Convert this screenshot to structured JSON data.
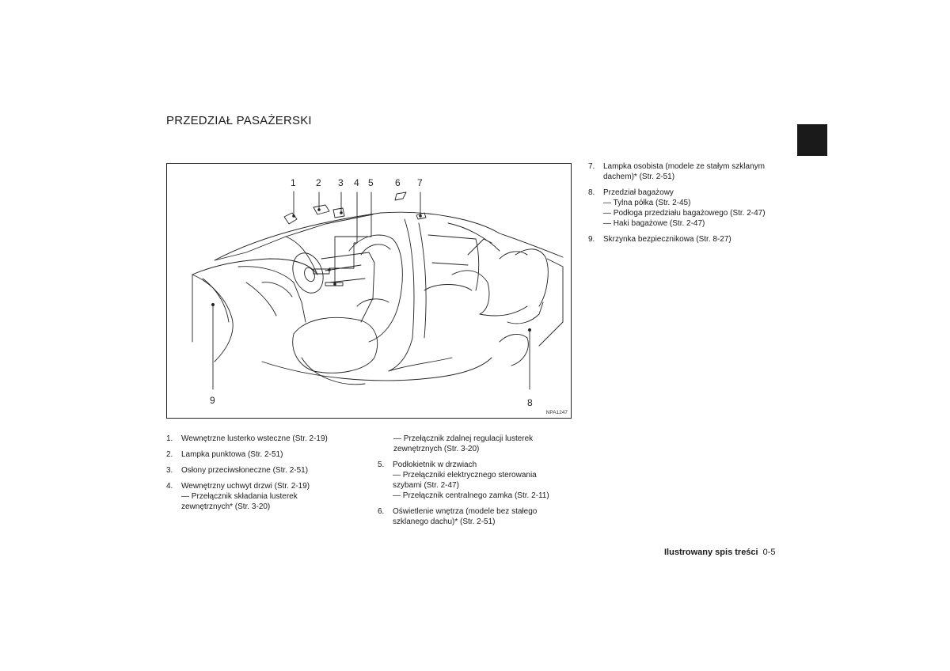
{
  "page": {
    "title": "PRZEDZIAŁ PASAŻERSKI"
  },
  "figure": {
    "code": "NPA1247",
    "callouts": [
      "1",
      "2",
      "3",
      "4",
      "5",
      "6",
      "7",
      "8",
      "9"
    ]
  },
  "items_left": [
    {
      "num": "1.",
      "lines": [
        "Wewnętrzne lusterko wsteczne (Str. 2-19)"
      ]
    },
    {
      "num": "2.",
      "lines": [
        "Lampka punktowa (Str. 2-51)"
      ]
    },
    {
      "num": "3.",
      "lines": [
        "Osłony przeciwsłoneczne (Str. 2-51)"
      ]
    },
    {
      "num": "4.",
      "lines": [
        "Wewnętrzny uchwyt drzwi (Str. 2-19)",
        "— Przełącznik składania lusterek",
        "zewnętrznych* (Str. 3-20)"
      ]
    }
  ],
  "items_middle_continuation": [
    "— Przełącznik zdalnej regulacji lusterek",
    "zewnętrznych (Str. 3-20)"
  ],
  "items_middle": [
    {
      "num": "5.",
      "lines": [
        "Podłokietnik w drzwiach",
        "— Przełączniki elektrycznego sterowania",
        "szybami (Str. 2-47)",
        "— Przełącznik centralnego zamka (Str. 2-11)"
      ]
    },
    {
      "num": "6.",
      "lines": [
        "Oświetlenie wnętrza (modele bez stałego",
        "szklanego dachu)* (Str. 2-51)"
      ]
    }
  ],
  "items_right": [
    {
      "num": "7.",
      "lines": [
        "Lampka osobista (modele ze stałym szklanym",
        "dachem)* (Str. 2-51)"
      ]
    },
    {
      "num": "8.",
      "lines": [
        "Przedział bagażowy",
        "— Tylna półka (Str. 2-45)",
        "— Podłoga przedziału bagażowego (Str. 2-47)",
        "— Haki bagażowe (Str. 2-47)"
      ]
    },
    {
      "num": "9.",
      "lines": [
        "Skrzynka bezpiecznikowa (Str. 8-27)"
      ]
    }
  ],
  "footer": {
    "section": "Ilustrowany spis treści",
    "page_number": "0-5"
  }
}
